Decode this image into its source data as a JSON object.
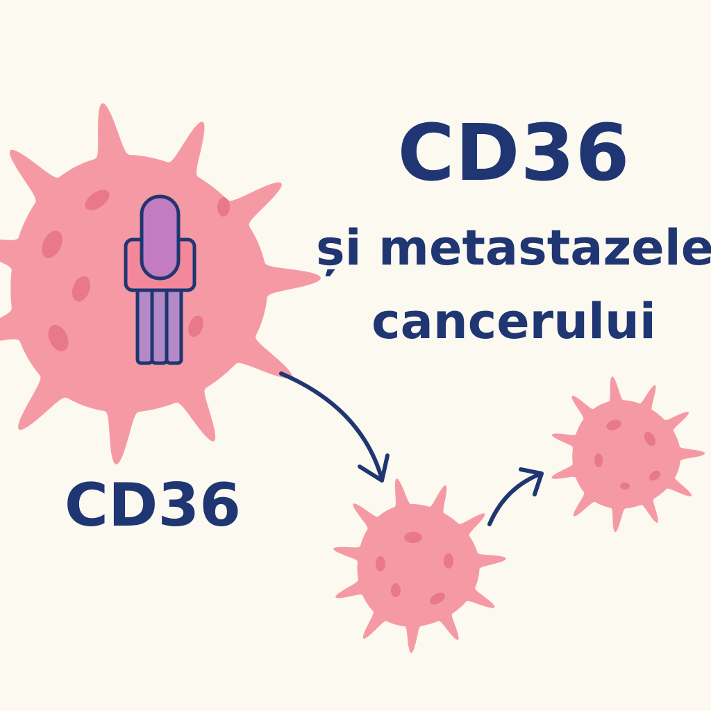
{
  "title": "CD36",
  "subtitle_line1": "și metastazele",
  "subtitle_line2": "cancerului",
  "cell_label": "CD36",
  "colors": {
    "background": "#fcf9f1",
    "text": "#1f3672",
    "cell": "#f59aa5",
    "cell_spot": "#e9788a",
    "receptor_top": "#c37cc0",
    "receptor_body": "#f3889b",
    "receptor_legs": "#b38ac6",
    "arrow": "#1f3672"
  }
}
